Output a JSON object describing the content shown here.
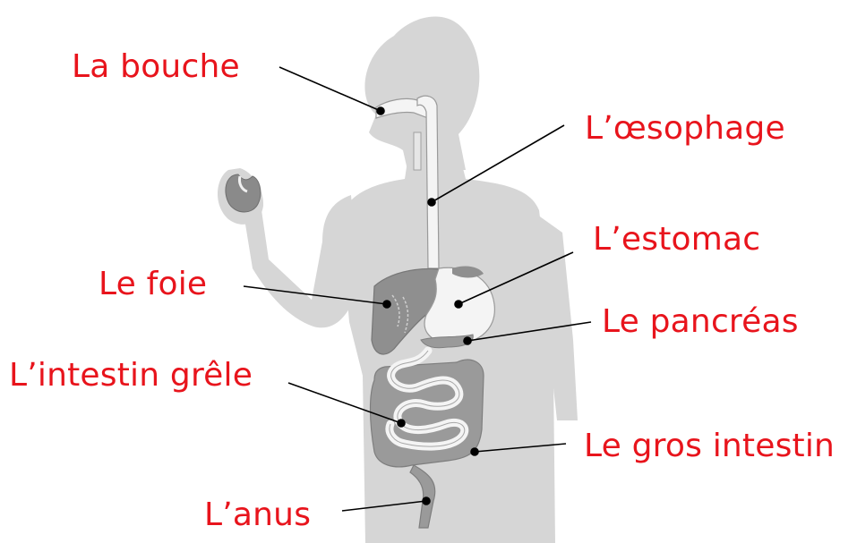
{
  "labels": {
    "mouth": "La bouche",
    "esophagus": "L’œsophage",
    "stomach": "L’estomac",
    "liver": "Le foie",
    "pancreas": "Le pancréas",
    "small_intestine": "L’intestin grêle",
    "large_intestine": "Le gros intestin",
    "anus": "L’anus"
  },
  "colors": {
    "label_text": "#e8141c",
    "body_silhouette": "#d6d6d6",
    "organ_tract": "#f4f4f4",
    "organ_dark": "#8f8f8f",
    "leader_line": "#000000"
  }
}
